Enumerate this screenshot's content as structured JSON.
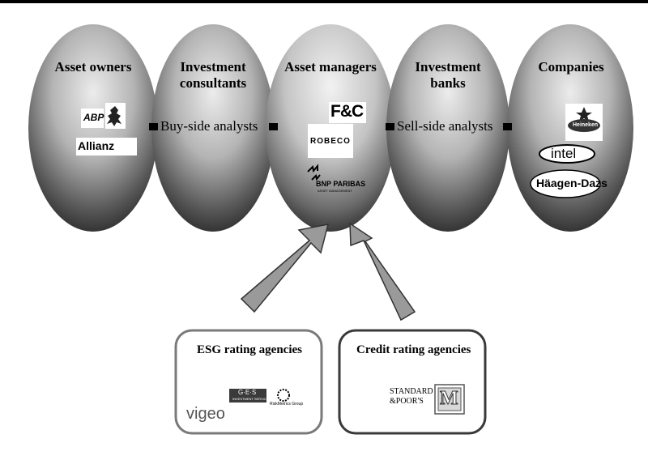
{
  "ellipses": [
    {
      "id": "asset-owners",
      "label": "Asset owners"
    },
    {
      "id": "investment-consultants",
      "label": "Investment consultants"
    },
    {
      "id": "asset-managers",
      "label": "Asset managers"
    },
    {
      "id": "investment-banks",
      "label": "Investment banks"
    },
    {
      "id": "companies",
      "label": "Companies"
    }
  ],
  "connectors": {
    "buy_side": "Buy-side analysts",
    "sell_side": "Sell-side analysts"
  },
  "boxes": {
    "esg": {
      "title": "ESG rating agencies"
    },
    "credit": {
      "title": "Credit rating agencies"
    }
  },
  "logos": {
    "abp": "ABP",
    "allianz": "Allianz",
    "fc": "F&C",
    "robeco": "ROBECO",
    "bnp": "BNP PARIBAS",
    "bnp_sub": "ASSET MANAGEMENT",
    "heineken": "Heineken",
    "intel": "intel",
    "haagen": "Häagen-Dazs",
    "vigeo": "vigeo",
    "ges": "G·E·S",
    "ges_sub": "INVESTMENT SERVICES",
    "riskmetrics": "RiskMetrics Group",
    "sp_line1": "STANDARD",
    "sp_line2": "&POOR'S",
    "moodys": "M"
  },
  "colors": {
    "ellipse_light": "#e2e2e2",
    "ellipse_dark": "#2a2a2a",
    "arrow_fill": "#9a9a9a",
    "box_border": "#6e6e6e",
    "credit_box_border": "#3a3a3a"
  }
}
